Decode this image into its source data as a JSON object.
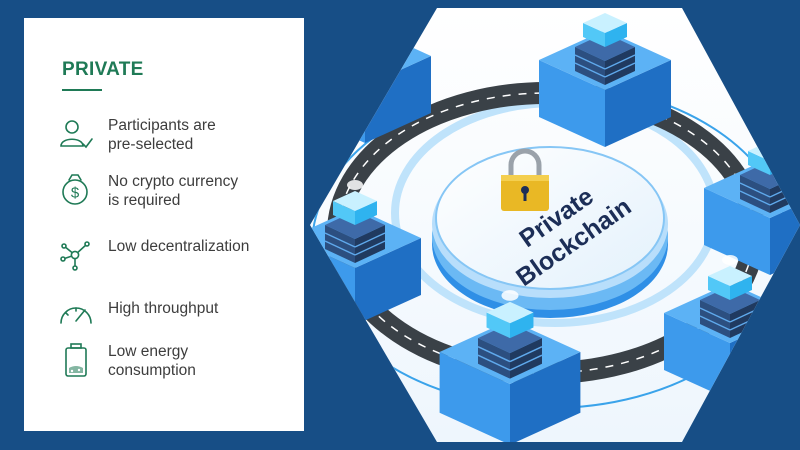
{
  "card": {
    "title": "PRIVATE",
    "features": [
      {
        "icon": "participants-icon",
        "text": "Participants are\npre-selected"
      },
      {
        "icon": "dollar-coin-icon",
        "text": "No crypto currency\nis required"
      },
      {
        "icon": "network-nodes-icon",
        "text": "Low decentralization"
      },
      {
        "icon": "speedometer-icon",
        "text": "High throughput"
      },
      {
        "icon": "battery-icon",
        "text": "Low energy\nconsumption"
      }
    ]
  },
  "illustration": {
    "label_line1": "Private",
    "label_line2": "Blockchain",
    "icon": "padlock-icon",
    "colors": {
      "accent": "#1f7a56",
      "block": "#2f8fe6",
      "road": "#3a4147",
      "lock": "#e9b825"
    }
  }
}
